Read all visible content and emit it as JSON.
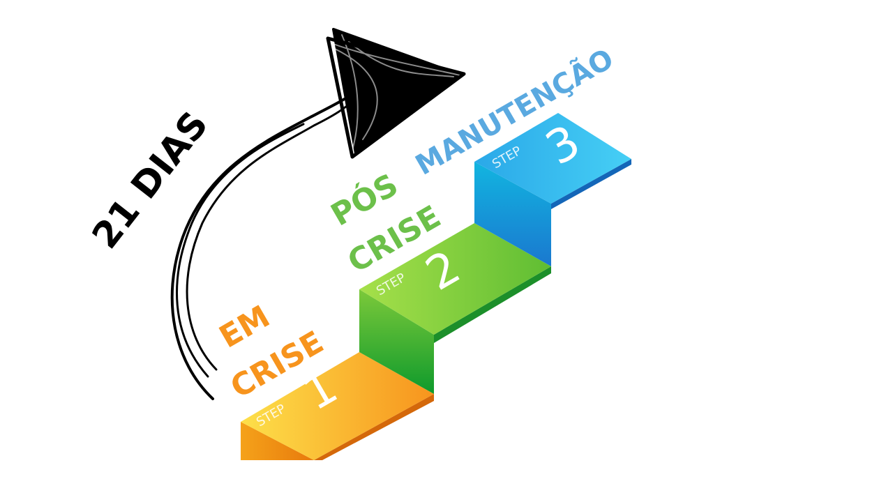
{
  "steps": [
    {
      "step_word": "STEP",
      "number": "1",
      "label_lines": [
        "EM",
        "CRISE"
      ],
      "color": "#f7941d"
    },
    {
      "step_word": "STEP",
      "number": "2",
      "label_lines": [
        "PÓS",
        "CRISE"
      ],
      "color": "#6cc04a"
    },
    {
      "step_word": "STEP",
      "number": "3",
      "label_lines": [
        "MANUTENÇÃO"
      ],
      "color": "#5aa9e0"
    }
  ],
  "arrow_label": "21 DIAS",
  "colors": {
    "step1_top": "#fbb63a",
    "step1_side": "#e8820e",
    "step1_dark": "#c7600a",
    "step2_top": "#8fd24c",
    "step2_side": "#3ea82e",
    "step2_dark": "#1f8a28",
    "step3_top": "#36c2ee",
    "step3_side": "#1e8fd6",
    "step3_dark": "#1466b8",
    "arrow": "#000000"
  }
}
